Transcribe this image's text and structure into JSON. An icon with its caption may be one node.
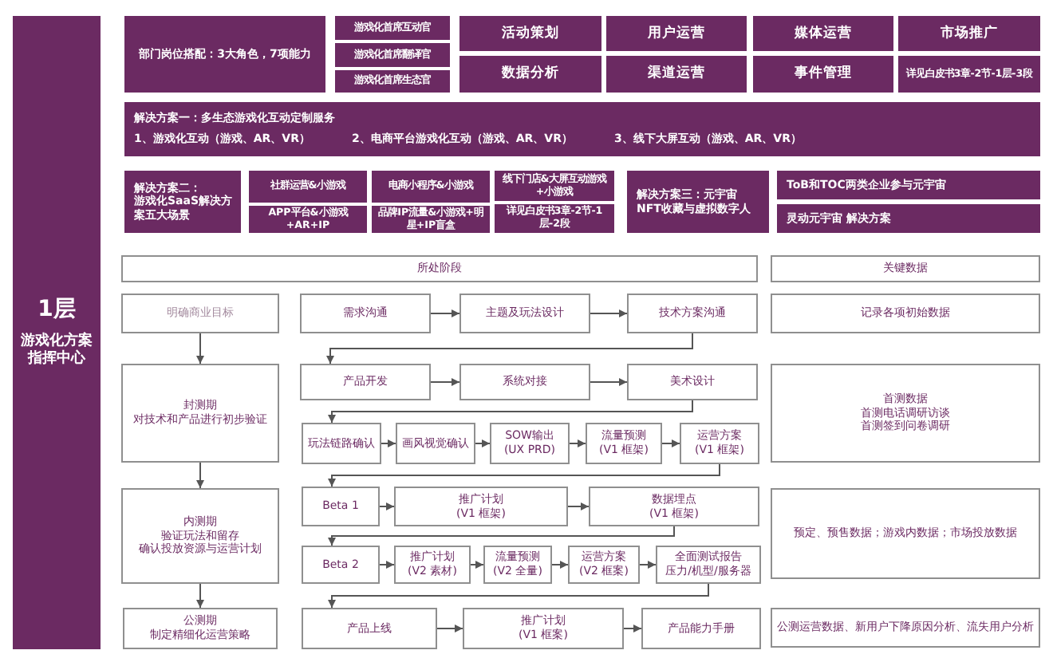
{
  "diagram": {
    "nodes": [
      {
        "text": [
          "1层",
          "游戏化方案指挥中心"
        ]
      },
      {
        "text": [
          "部门岗位搭配：3大角色，7项能力"
        ]
      },
      {
        "text": [
          "游戏化首席互动官"
        ]
      },
      {
        "text": [
          "游戏化首席翻译官"
        ]
      },
      {
        "text": [
          "游戏化首席生态官"
        ]
      },
      {
        "text": [
          "活动策划"
        ]
      },
      {
        "text": [
          "用户运营"
        ]
      },
      {
        "text": [
          "媒体运营"
        ]
      },
      {
        "text": [
          "市场推广"
        ]
      },
      {
        "text": [
          "数据分析"
        ]
      },
      {
        "text": [
          "渠道运营"
        ]
      },
      {
        "text": [
          "事件管理"
        ]
      },
      {
        "text": [
          "详见白皮书3章-2节-1层-3段"
        ]
      },
      {
        "text": [
          "解决方案一：多生态游戏化互动定制服务",
          "1、游戏化互动（游戏、AR、VR）",
          "2、电商平台游戏化互动（游戏、AR、VR）",
          "3、线下大屏互动（游戏、AR、VR）"
        ]
      },
      {
        "text": [
          "解决方案二：",
          "游戏化SaaS解决方案五大场景"
        ]
      },
      {
        "text": [
          "社群运营&小游戏"
        ]
      },
      {
        "text": [
          "电商小程序&小游戏"
        ]
      },
      {
        "text": [
          "线下门店&大屏互动游戏+小游戏"
        ]
      },
      {
        "text": [
          "APP平台&小游戏+AR+IP"
        ]
      },
      {
        "text": [
          "品牌IP流量&小游戏+明星+IP盲盒"
        ]
      },
      {
        "text": [
          "详见白皮书3章-2节-1层-2段"
        ]
      },
      {
        "text": [
          "解决方案三：元宇宙",
          "NFT收藏与虚拟数字人"
        ]
      },
      {
        "text": [
          "ToB和TOC两类企业参与元宇宙"
        ]
      },
      {
        "text": [
          "灵动元宇宙 解决方案"
        ]
      },
      {
        "text": [
          "所处阶段"
        ]
      },
      {
        "text": [
          "关键数据"
        ]
      },
      {
        "text": [
          "明确商业目标"
        ]
      },
      {
        "text": [
          "封测期",
          "对技术和产品进行初步验证"
        ]
      },
      {
        "text": [
          "内测期",
          "验证玩法和留存",
          "确认投放资源与运营计划"
        ]
      },
      {
        "text": [
          "公测期",
          "制定精细化运营策略"
        ]
      },
      {
        "text": [
          "需求沟通"
        ]
      },
      {
        "text": [
          "主题及玩法设计"
        ]
      },
      {
        "text": [
          "技术方案沟通"
        ]
      },
      {
        "text": [
          "产品开发"
        ]
      },
      {
        "text": [
          "系统对接"
        ]
      },
      {
        "text": [
          "美术设计"
        ]
      },
      {
        "text": [
          "玩法链路确认"
        ]
      },
      {
        "text": [
          "画风视觉确认"
        ]
      },
      {
        "text": [
          "SOW输出",
          "(UX PRD)"
        ]
      },
      {
        "text": [
          "流量预测",
          "(V1 框架)"
        ]
      },
      {
        "text": [
          "运营方案",
          "(V1 框架)"
        ]
      },
      {
        "text": [
          "Beta 1"
        ]
      },
      {
        "text": [
          "推广计划",
          "(V1 框架)"
        ]
      },
      {
        "text": [
          "数据埋点",
          "(V1 框架)"
        ]
      },
      {
        "text": [
          "Beta 2"
        ]
      },
      {
        "text": [
          "推广计划",
          "(V2 素材)"
        ]
      },
      {
        "text": [
          "流量预测",
          "(V2 全量)"
        ]
      },
      {
        "text": [
          "运营方案",
          "(V2 框案)"
        ]
      },
      {
        "text": [
          "全面测试报告",
          "压力/机型/服务器"
        ]
      },
      {
        "text": [
          "产品上线"
        ]
      },
      {
        "text": [
          "推广计划",
          "(V1 框案)"
        ]
      },
      {
        "text": [
          "产品能力手册"
        ]
      },
      {
        "text": [
          "记录各项初始数据"
        ]
      },
      {
        "text": [
          "首测数据",
          "首测电话调研访谈",
          "首测签到问卷调研"
        ]
      },
      {
        "text": [
          "预定、预售数据；游戏内数据；市场投放数据"
        ]
      },
      {
        "text": [
          "公测运营数据、新用户下降原因分析、流失用户分析"
        ]
      }
    ],
    "edges": [
      {
        "from": 26,
        "to": 27,
        "arrow": "to"
      },
      {
        "from": 27,
        "to": 28,
        "arrow": "to"
      },
      {
        "from": 28,
        "to": 29,
        "arrow": "to"
      },
      {
        "from": 30,
        "to": 31,
        "arrow": "to"
      },
      {
        "from": 31,
        "to": 32,
        "arrow": "to"
      },
      {
        "from": 32,
        "to": 33,
        "arrow": "to"
      },
      {
        "from": 33,
        "to": 34,
        "arrow": "to"
      },
      {
        "from": 34,
        "to": 35,
        "arrow": "to"
      },
      {
        "from": 35,
        "to": 36,
        "arrow": "to"
      },
      {
        "from": 36,
        "to": 37,
        "arrow": "to"
      },
      {
        "from": 37,
        "to": 38,
        "arrow": "to"
      },
      {
        "from": 38,
        "to": 39,
        "arrow": "to"
      },
      {
        "from": 39,
        "to": 40,
        "arrow": "to"
      },
      {
        "from": 40,
        "to": 41,
        "arrow": "to"
      },
      {
        "from": 41,
        "to": 42,
        "arrow": "to"
      },
      {
        "from": 42,
        "to": 43,
        "arrow": "to"
      },
      {
        "from": 43,
        "to": 44,
        "arrow": "to"
      },
      {
        "from": 44,
        "to": 45,
        "arrow": "to"
      },
      {
        "from": 45,
        "to": 46,
        "arrow": "to"
      },
      {
        "from": 46,
        "to": 47,
        "arrow": "to"
      },
      {
        "from": 47,
        "to": 48,
        "arrow": "to"
      },
      {
        "from": 48,
        "to": 49,
        "arrow": "to"
      },
      {
        "from": 49,
        "to": 50,
        "arrow": "to"
      },
      {
        "from": 50,
        "to": 51,
        "arrow": "to"
      }
    ]
  }
}
